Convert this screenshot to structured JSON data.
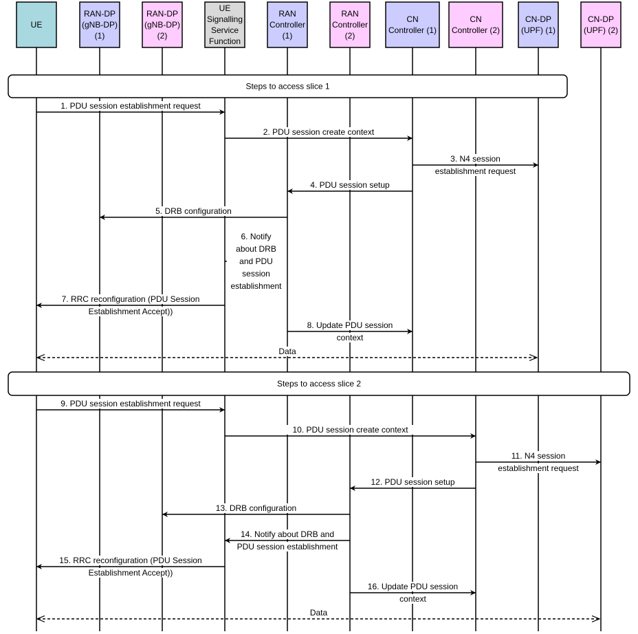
{
  "participants": [
    {
      "id": "ue",
      "lines": [
        "UE"
      ],
      "color": "#a8d8e0"
    },
    {
      "id": "ran-dp-1",
      "lines": [
        "RAN-DP",
        "(gNB-DP)",
        "(1)"
      ],
      "color": "#ccccff"
    },
    {
      "id": "ran-dp-2",
      "lines": [
        "RAN-DP",
        "(gNB-DP)",
        "(2)"
      ],
      "color": "#ffccff"
    },
    {
      "id": "ue-ssf",
      "lines": [
        "UE",
        "Signalling",
        "Service",
        "Function"
      ],
      "color": "#d9d9d9"
    },
    {
      "id": "ran-ctrl-1",
      "lines": [
        "RAN",
        "Controller",
        "(1)"
      ],
      "color": "#ccccff"
    },
    {
      "id": "ran-ctrl-2",
      "lines": [
        "RAN",
        "Controller",
        "(2)"
      ],
      "color": "#ffccff"
    },
    {
      "id": "cn-ctrl-1",
      "lines": [
        "CN",
        "Controller (1)"
      ],
      "color": "#ccccff"
    },
    {
      "id": "cn-ctrl-2",
      "lines": [
        "CN",
        "Controller (2)"
      ],
      "color": "#ffccff"
    },
    {
      "id": "cn-dp-1",
      "lines": [
        "CN-DP",
        "(UPF) (1)"
      ],
      "color": "#ccccff"
    },
    {
      "id": "cn-dp-2",
      "lines": [
        "CN-DP",
        "(UPF) (2)"
      ],
      "color": "#ffccff"
    }
  ],
  "sections": [
    {
      "id": "slice-1",
      "label": "Steps to access slice 1"
    },
    {
      "id": "slice-2",
      "label": "Steps to access slice 2"
    }
  ],
  "messages": [
    {
      "id": "m1",
      "from": "ue",
      "to": "ue-ssf",
      "lines": [
        "1. PDU session establishment request"
      ]
    },
    {
      "id": "m2",
      "from": "ue-ssf",
      "to": "cn-ctrl-1",
      "lines": [
        "2. PDU session create context"
      ]
    },
    {
      "id": "m3",
      "from": "cn-ctrl-1",
      "to": "cn-dp-1",
      "lines": [
        "3. N4 session",
        "establishment request"
      ]
    },
    {
      "id": "m4",
      "from": "cn-ctrl-1",
      "to": "ran-ctrl-1",
      "lines": [
        "4. PDU session setup"
      ]
    },
    {
      "id": "m5",
      "from": "ran-ctrl-1",
      "to": "ran-dp-1",
      "lines": [
        "5. DRB configuration"
      ]
    },
    {
      "id": "m6",
      "from": "ran-ctrl-1",
      "to": "ue-ssf",
      "lines": [
        "6. Notify",
        "about DRB",
        "and PDU",
        "session",
        "establishment"
      ]
    },
    {
      "id": "m7",
      "from": "ue-ssf",
      "to": "ue",
      "lines": [
        "7. RRC reconfiguration (PDU Session",
        "Establishment Accept))"
      ]
    },
    {
      "id": "m8",
      "from": "ran-ctrl-1",
      "to": "cn-ctrl-1",
      "lines": [
        "8. Update PDU session",
        "context"
      ]
    },
    {
      "id": "d1",
      "from": "ue",
      "to": "cn-dp-1",
      "lines": [
        "Data"
      ],
      "dashed": true
    },
    {
      "id": "m9",
      "from": "ue",
      "to": "ue-ssf",
      "lines": [
        "9. PDU session establishment request"
      ]
    },
    {
      "id": "m10",
      "from": "ue-ssf",
      "to": "cn-ctrl-2",
      "lines": [
        "10. PDU session create context"
      ]
    },
    {
      "id": "m11",
      "from": "cn-ctrl-2",
      "to": "cn-dp-2",
      "lines": [
        "11. N4 session",
        "establishment request"
      ]
    },
    {
      "id": "m12",
      "from": "cn-ctrl-2",
      "to": "ran-ctrl-2",
      "lines": [
        "12. PDU session setup"
      ]
    },
    {
      "id": "m13",
      "from": "ran-ctrl-2",
      "to": "ran-dp-2",
      "lines": [
        "13. DRB configuration"
      ]
    },
    {
      "id": "m14",
      "from": "ran-ctrl-2",
      "to": "ue-ssf",
      "lines": [
        "14. Notify about DRB and",
        "PDU session establishment"
      ]
    },
    {
      "id": "m15",
      "from": "ue-ssf",
      "to": "ue",
      "lines": [
        "15. RRC reconfiguration (PDU Session",
        "Establishment Accept))"
      ]
    },
    {
      "id": "m16",
      "from": "ran-ctrl-2",
      "to": "cn-ctrl-2",
      "lines": [
        "16. Update PDU session",
        "context"
      ]
    },
    {
      "id": "d2",
      "from": "ue",
      "to": "cn-dp-2",
      "lines": [
        "Data"
      ],
      "dashed": true
    }
  ]
}
